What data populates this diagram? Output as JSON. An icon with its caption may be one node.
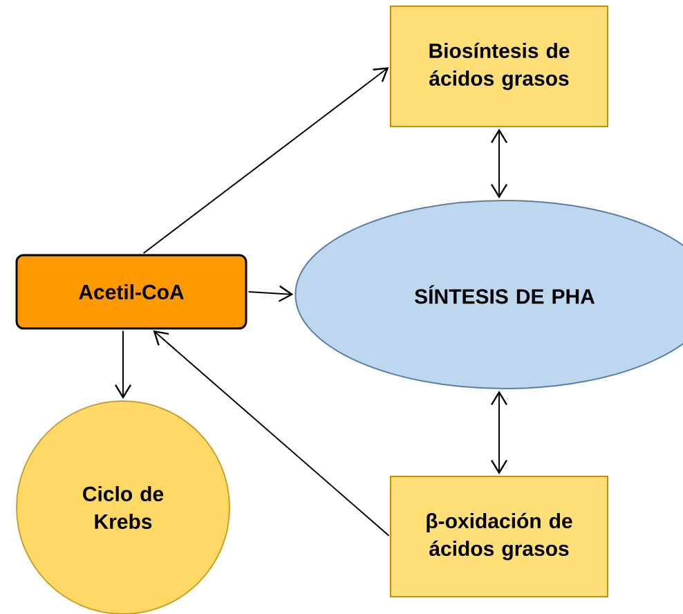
{
  "diagram": {
    "nodes": [
      {
        "text": [
          "Acetil-CoA"
        ]
      },
      {
        "text": [
          "Biosíntesis de ácidos grasos"
        ]
      },
      {
        "text": [
          "SÍNTESIS DE PHA"
        ]
      },
      {
        "text": [
          "Ciclo de Krebs"
        ]
      },
      {
        "text": [
          "β-oxidación de ácidos grasos"
        ]
      }
    ],
    "edges": [
      {
        "from": 0,
        "to": 1,
        "arrow": "to"
      },
      {
        "from": 0,
        "to": 2,
        "arrow": "to"
      },
      {
        "from": 0,
        "to": 3,
        "arrow": "to"
      },
      {
        "from": 4,
        "to": 0,
        "arrow": "to"
      },
      {
        "from": 1,
        "to": 2,
        "arrow": "both"
      },
      {
        "from": 2,
        "to": 4,
        "arrow": "both"
      }
    ]
  }
}
